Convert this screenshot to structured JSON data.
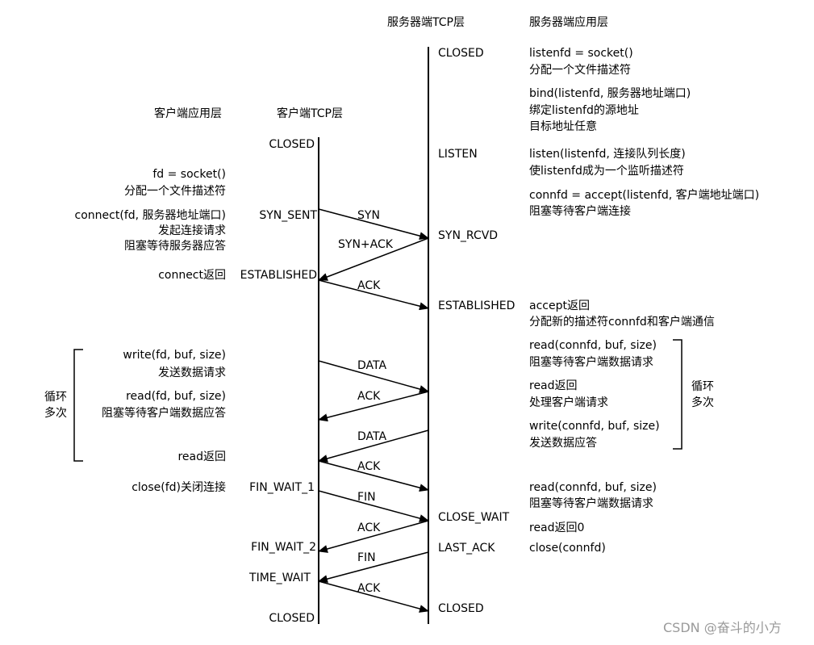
{
  "headers": {
    "server_tcp": "服务器端TCP层",
    "server_app": "服务器端应用层",
    "client_app": "客户端应用层",
    "client_tcp": "客户端TCP层"
  },
  "client_states": [
    "CLOSED",
    "SYN_SENT",
    "ESTABLISHED",
    "FIN_WAIT_1",
    "FIN_WAIT_2",
    "TIME_WAIT",
    "CLOSED"
  ],
  "server_states": [
    "CLOSED",
    "LISTEN",
    "SYN_RCVD",
    "ESTABLISHED",
    "CLOSE_WAIT",
    "LAST_ACK",
    "CLOSED"
  ],
  "messages": [
    "SYN",
    "SYN+ACK",
    "ACK",
    "DATA",
    "ACK",
    "DATA",
    "ACK",
    "FIN",
    "ACK",
    "FIN",
    "ACK"
  ],
  "client_notes": [
    [
      "fd = socket()",
      "分配一个文件描述符"
    ],
    [
      "connect(fd, 服务器地址端口)",
      "发起连接请求",
      "阻塞等待服务器应答"
    ],
    [
      "connect返回"
    ],
    [
      "write(fd, buf, size)",
      "发送数据请求"
    ],
    [
      "read(fd, buf, size)",
      "阻塞等待客户端数据应答"
    ],
    [
      "read返回"
    ],
    [
      "close(fd)关闭连接"
    ]
  ],
  "server_notes": [
    [
      "listenfd = socket()",
      "分配一个文件描述符"
    ],
    [
      "bind(listenfd, 服务器地址端口)",
      "绑定listenfd的源地址",
      "目标地址任意"
    ],
    [
      "listen(listenfd, 连接队列长度)",
      "使listenfd成为一个监听描述符"
    ],
    [
      "connfd = accept(listenfd, 客户端地址端口)",
      "阻塞等待客户端连接"
    ],
    [
      "accept返回",
      "分配新的描述符connfd和客户端通信"
    ],
    [
      "read(connfd, buf, size)",
      "阻塞等待客户端数据请求"
    ],
    [
      "read返回",
      "处理客户端请求"
    ],
    [
      "write(connfd, buf, size)",
      "发送数据应答"
    ],
    [
      "read(connfd, buf, size)",
      "阻塞等待客户端数据请求"
    ],
    [
      "read返回0"
    ],
    [
      "close(connfd)"
    ]
  ],
  "loop_label": [
    "循环",
    "多次"
  ],
  "watermark": "CSDN @奋斗的小方"
}
